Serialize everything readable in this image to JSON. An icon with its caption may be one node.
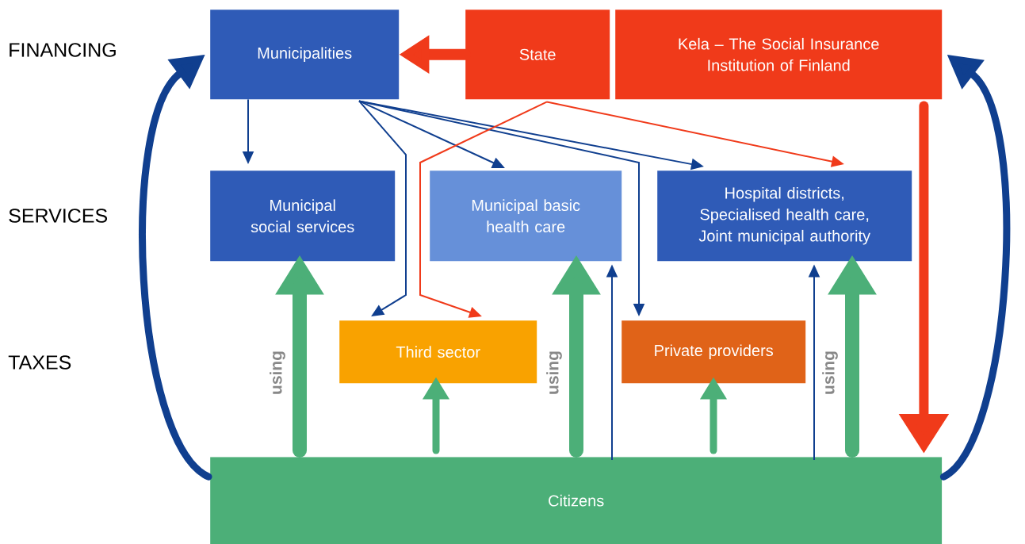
{
  "diagram": {
    "nodes": [
      {
        "text": [
          "Municipalities"
        ]
      },
      {
        "text": [
          "State"
        ]
      },
      {
        "text": [
          "Kela – The Social Insurance Institution of Finland"
        ]
      },
      {
        "text": [
          "Municipal social services"
        ]
      },
      {
        "text": [
          "Municipal basic health care"
        ]
      },
      {
        "text": [
          "Hospital districts, Specialised health care, Joint municipal authority"
        ]
      },
      {
        "text": [
          "Third sector"
        ]
      },
      {
        "text": [
          "Private providers"
        ]
      },
      {
        "text": [
          "Citizens"
        ]
      }
    ],
    "edges": [
      {
        "from": 1,
        "to": 0,
        "arrow": "to",
        "style": "thick",
        "color": "#f03a1a"
      },
      {
        "from": 2,
        "to": 8,
        "arrow": "to",
        "style": "thick",
        "color": "#f03a1a"
      },
      {
        "from": 8,
        "to": 0,
        "arrow": "to",
        "style": "thick"
      },
      {
        "from": 8,
        "to": 2,
        "arrow": "to",
        "style": "thick"
      },
      {
        "from": 0,
        "to": 3,
        "arrow": "to"
      },
      {
        "from": 0,
        "to": 4,
        "arrow": "to"
      },
      {
        "from": 0,
        "to": 5,
        "arrow": "to"
      },
      {
        "from": 0,
        "to": 6,
        "arrow": "to"
      },
      {
        "from": 0,
        "to": 7,
        "arrow": "to"
      },
      {
        "from": 1,
        "to": 6,
        "arrow": "to",
        "color": "#f03a1a"
      },
      {
        "from": 1,
        "to": 5,
        "arrow": "to",
        "color": "#f03a1a"
      },
      {
        "from": 8,
        "to": 4,
        "arrow": "to"
      },
      {
        "from": 8,
        "to": 5,
        "arrow": "to"
      },
      {
        "from": 8,
        "to": 3,
        "arrow": "to",
        "style": "thick",
        "color": "#4caf78",
        "label": "using"
      },
      {
        "from": 8,
        "to": 6,
        "arrow": "to",
        "style": "thick",
        "color": "#4caf78"
      },
      {
        "from": 8,
        "to": 4,
        "arrow": "to",
        "style": "thick",
        "color": "#4caf78",
        "label": "using"
      },
      {
        "from": 8,
        "to": 7,
        "arrow": "to",
        "style": "thick",
        "color": "#4caf78"
      },
      {
        "from": 8,
        "to": 5,
        "arrow": "to",
        "style": "thick",
        "color": "#4caf78",
        "label": "using"
      }
    ],
    "labels": [
      "FINANCING",
      "SERVICES",
      "TAXES"
    ]
  }
}
